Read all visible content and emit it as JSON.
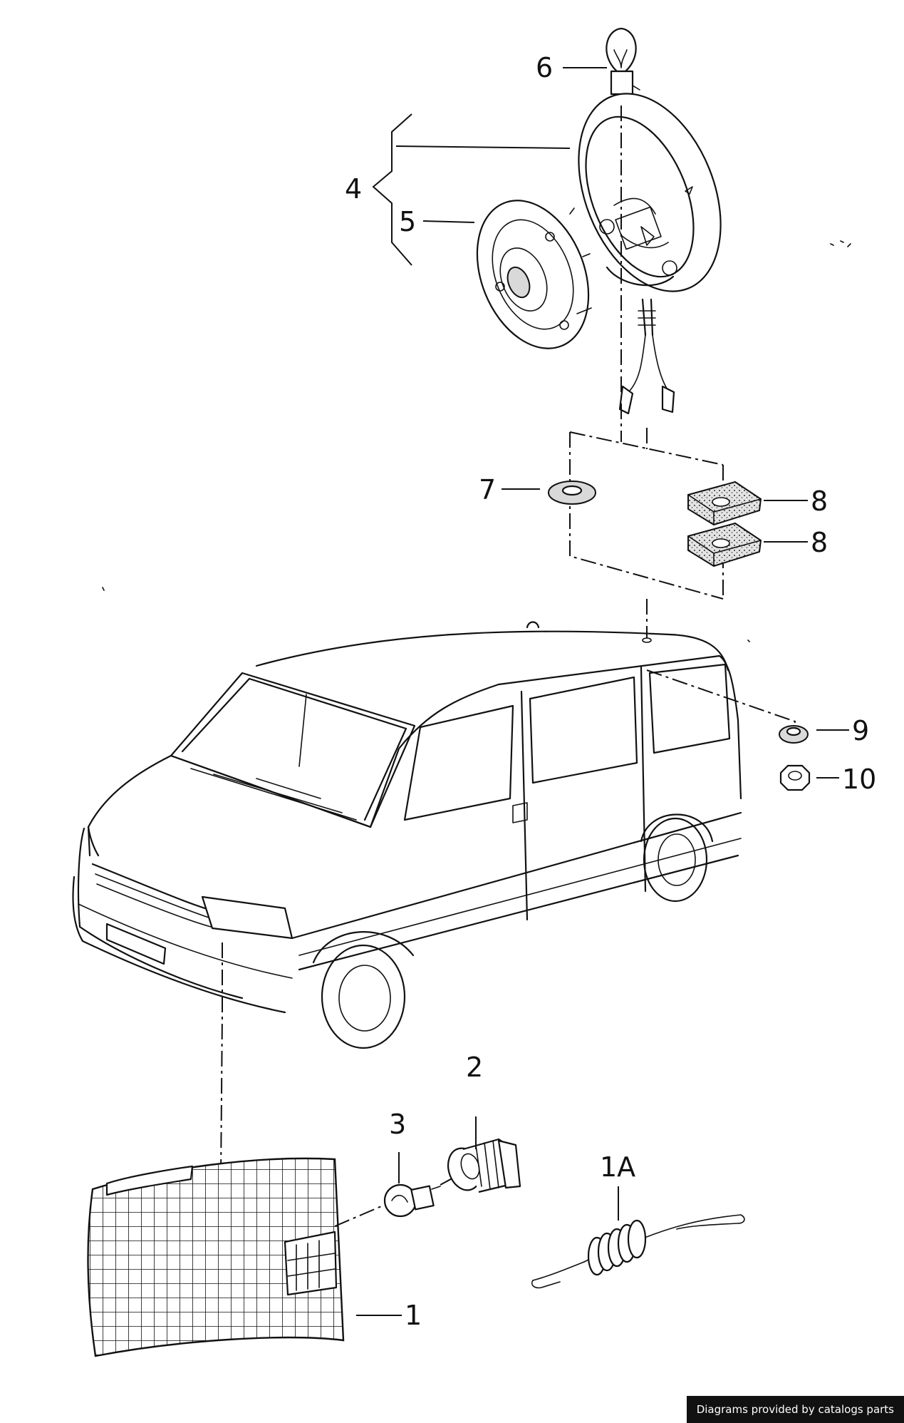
{
  "callouts": {
    "c1": "1",
    "c1a": "1A",
    "c2": "2",
    "c3": "3",
    "c4": "4",
    "c5": "5",
    "c6": "6",
    "c7": "7",
    "c8a": "8",
    "c8b": "8",
    "c9": "9",
    "c10": "10"
  },
  "credit": "Diagrams provided by catalogs parts"
}
